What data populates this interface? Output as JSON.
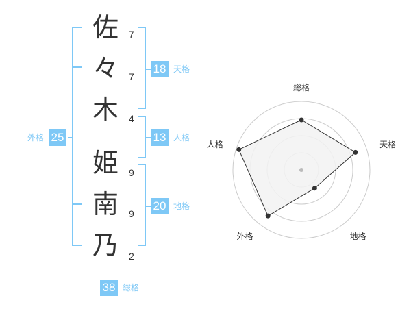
{
  "name": {
    "chars": [
      {
        "char": "佐",
        "strokes": "7"
      },
      {
        "char": "々",
        "strokes": "7"
      },
      {
        "char": "木",
        "strokes": "4"
      },
      {
        "char": "姫",
        "strokes": "9"
      },
      {
        "char": "南",
        "strokes": "9"
      },
      {
        "char": "乃",
        "strokes": "2"
      }
    ]
  },
  "fortunes": {
    "tenkaku": {
      "label": "天格",
      "value": "18"
    },
    "jinkaku": {
      "label": "人格",
      "value": "13"
    },
    "chikaku": {
      "label": "地格",
      "value": "20"
    },
    "gaikaku": {
      "label": "外格",
      "value": "25"
    },
    "soukaku": {
      "label": "総格",
      "value": "38"
    }
  },
  "chart_data": {
    "type": "radar",
    "axes": [
      "総格",
      "天格",
      "地格",
      "外格",
      "人格"
    ],
    "values": [
      0.73,
      0.83,
      0.33,
      0.83,
      0.96
    ],
    "max": 1,
    "rings": 4,
    "colors": {
      "ring": "#cccccc",
      "fill": "#f2f2f2",
      "line": "#333333",
      "point": "#333333",
      "center": "#bbbbbb"
    }
  },
  "colors": {
    "accent": "#7ec8f6",
    "text": "#333333"
  }
}
